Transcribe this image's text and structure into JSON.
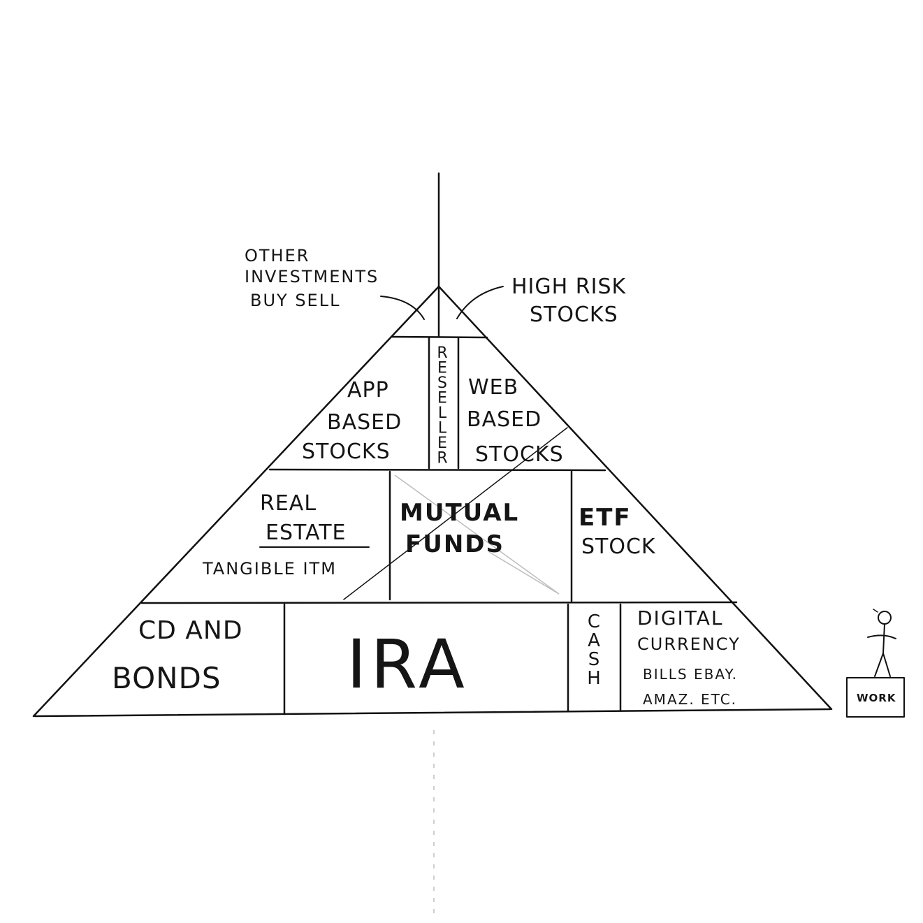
{
  "diagram": {
    "apex_left_note": [
      "OTHER",
      "INVESTMENTS",
      "BUY SELL"
    ],
    "apex_right_note": [
      "HIGH RISK",
      "STOCKS"
    ],
    "tier3": {
      "left": [
        "APP",
        "BASED",
        "STOCKS"
      ],
      "center_vertical": "RESELLER",
      "right": [
        "WEB",
        "BASED",
        "STOCKS"
      ]
    },
    "tier2": {
      "left": [
        "REAL",
        "ESTATE",
        "TANGIBLE ITM"
      ],
      "center": [
        "MUTUAL",
        "FUNDS"
      ],
      "right": [
        "ETF",
        "STOCK"
      ]
    },
    "tier1": {
      "left": [
        "CD AND",
        "BONDS"
      ],
      "center": "IRA",
      "cash_vertical": "CASH",
      "right": [
        "DIGITAL",
        "CURRENCY",
        "BILLS EBAY.",
        "AMAZ. ETC."
      ]
    },
    "figure_box_label": "WORK"
  }
}
